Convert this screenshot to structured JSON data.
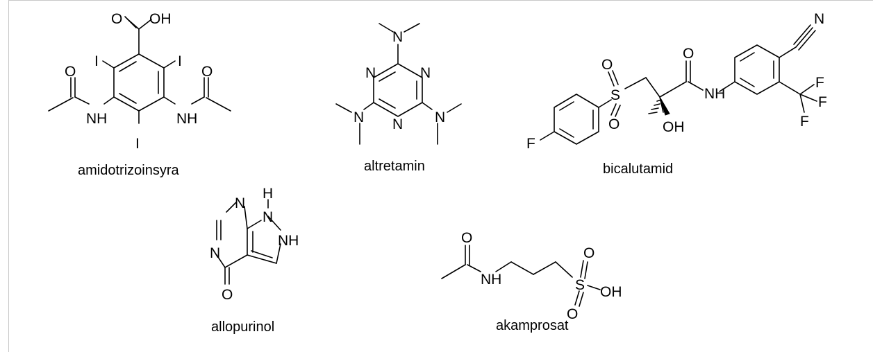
{
  "molecules": [
    {
      "name": "amidotrizoinsyra",
      "labels": {
        "carbonyl_o": "O",
        "acid_oh": "OH",
        "iodo_left": "I",
        "iodo_right": "I",
        "iodo_bottom": "I",
        "amide_o_left": "O",
        "amide_o_right": "O",
        "nh_left": "NH",
        "nh_right": "NH"
      }
    },
    {
      "name": "altretamin",
      "labels": {
        "n_top": "N",
        "n_left": "N",
        "n_right": "N",
        "ring_n_tl": "N",
        "ring_n_tr": "N",
        "ring_n_b": "N"
      }
    },
    {
      "name": "bicalutamid",
      "labels": {
        "fluoro": "F",
        "sulfur": "S",
        "so_top": "O",
        "so_bottom": "O",
        "oh": "OH",
        "amide_o": "O",
        "nh": "NH",
        "nitrile_n": "N",
        "cf3_f1": "F",
        "cf3_f2": "F",
        "cf3_f3": "F"
      }
    },
    {
      "name": "allopurinol",
      "labels": {
        "n_top_left": "N",
        "n_left": "N",
        "nh_top": "H",
        "n_top_right": "N",
        "nh_right": "NH",
        "carbonyl_o": "O"
      }
    },
    {
      "name": "akamprosat",
      "labels": {
        "carbonyl_o": "O",
        "nh": "NH",
        "sulfur": "S",
        "so_top": "O",
        "so_bottom": "O",
        "oh": "OH"
      }
    }
  ]
}
